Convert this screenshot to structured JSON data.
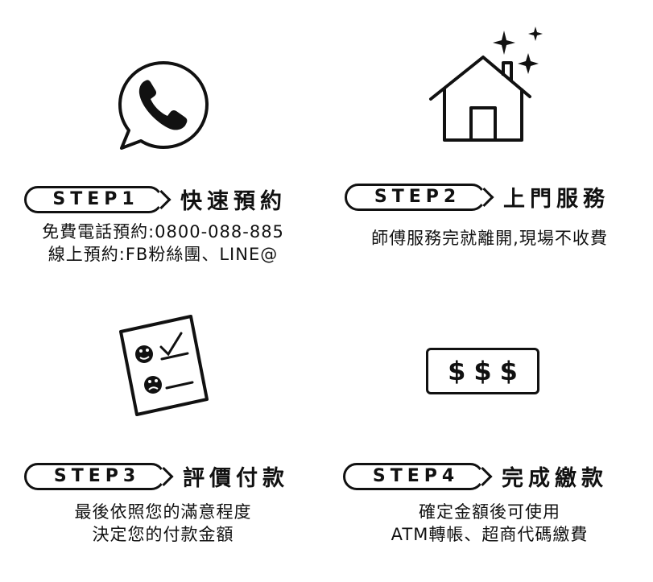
{
  "steps": [
    {
      "label": "STEP1",
      "title": "快速預約",
      "lines": [
        "免費電話預約:0800-088-885",
        "線上預約:FB粉絲團、LINE@"
      ],
      "icon": "phone-chat-icon"
    },
    {
      "label": "STEP2",
      "title": "上門服務",
      "lines": [
        "師傅服務完就離開,現場不收費"
      ],
      "icon": "house-sparkle-icon"
    },
    {
      "label": "STEP3",
      "title": "評價付款",
      "lines": [
        "最後依照您的滿意程度",
        "決定您的付款金額"
      ],
      "icon": "rating-checklist-icon"
    },
    {
      "label": "STEP4",
      "title": "完成繳款",
      "lines": [
        "確定金額後可使用",
        "ATM轉帳、超商代碼繳費"
      ],
      "icon": "money-icon",
      "icon_text": "$$$"
    }
  ]
}
